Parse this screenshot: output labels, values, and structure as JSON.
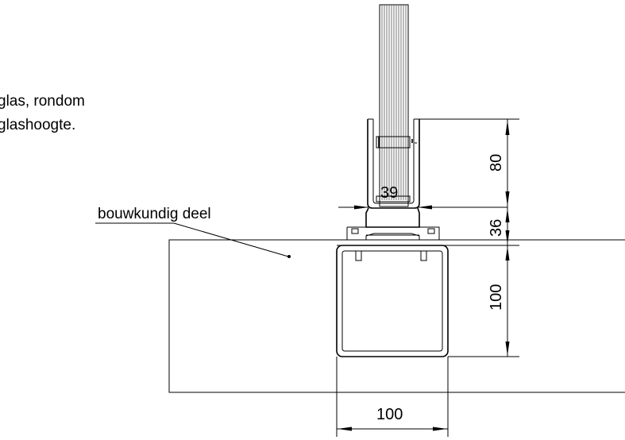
{
  "notes": {
    "glass_line1": "glas, rondom",
    "glass_line2": "glashoogte."
  },
  "labels": {
    "building_part": "bouwkundig deel"
  },
  "dimensions": {
    "profile_inner_width": "39",
    "glass_insert_height": "80",
    "base_height": "36",
    "tube_height": "100",
    "tube_width": "100"
  }
}
